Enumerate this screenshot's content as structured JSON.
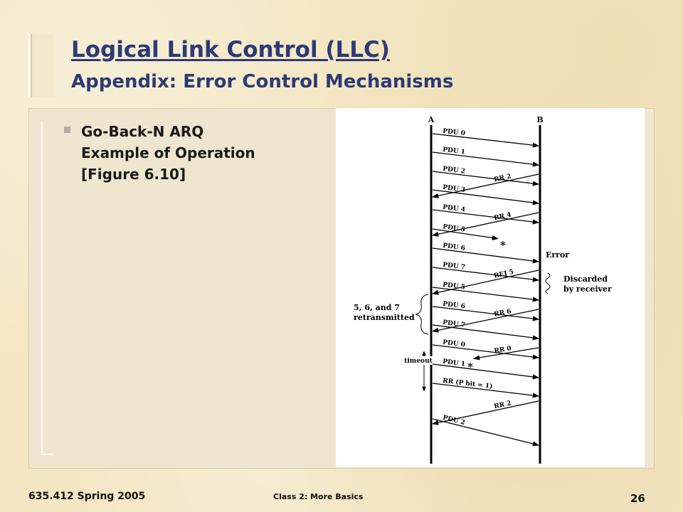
{
  "slide": {
    "title": "Logical Link Control (LLC)",
    "subtitle": "Appendix:  Error Control Mechanisms",
    "bullet_lines": [
      "Go-Back-N ARQ",
      "Example of Operation",
      "[Figure 6.10]"
    ]
  },
  "diagram": {
    "station_a": "A",
    "station_b": "B",
    "messages": [
      {
        "label": "PDU 0",
        "dir": "AtoB"
      },
      {
        "label": "PDU 1",
        "dir": "AtoB"
      },
      {
        "label": "PDU 2",
        "dir": "AtoB"
      },
      {
        "label": "RR 2",
        "dir": "BtoA"
      },
      {
        "label": "PDU 3",
        "dir": "AtoB"
      },
      {
        "label": "PDU 4",
        "dir": "AtoB"
      },
      {
        "label": "RR 4",
        "dir": "BtoA"
      },
      {
        "label": "PDU 5",
        "dir": "AtoB",
        "lost": true
      },
      {
        "label": "PDU 6",
        "dir": "AtoB"
      },
      {
        "label": "PDU 7",
        "dir": "AtoB"
      },
      {
        "label": "REJ 5",
        "dir": "BtoA"
      },
      {
        "label": "PDU 5",
        "dir": "AtoB"
      },
      {
        "label": "PDU 6",
        "dir": "AtoB"
      },
      {
        "label": "RR 6",
        "dir": "BtoA"
      },
      {
        "label": "PDU 7",
        "dir": "AtoB"
      },
      {
        "label": "PDU 0",
        "dir": "AtoB"
      },
      {
        "label": "RR 0",
        "dir": "BtoA",
        "lost": true
      },
      {
        "label": "PDU 1",
        "dir": "AtoB"
      },
      {
        "label": "RR (P bit = 1)",
        "dir": "AtoB"
      },
      {
        "label": "RR 2",
        "dir": "BtoA"
      },
      {
        "label": "PDU 2",
        "dir": "AtoB"
      }
    ],
    "lost_marker": "*",
    "error_label": "Error",
    "discarded_label": [
      "Discarded",
      "by receiver"
    ],
    "retransmitted_label": [
      "5, 6, and 7",
      "retransmitted"
    ],
    "timeout_label": "timeout"
  },
  "footer": {
    "course": "635.412 Spring 2005",
    "class_title": "Class 2:  More Basics",
    "page_number": "26"
  }
}
